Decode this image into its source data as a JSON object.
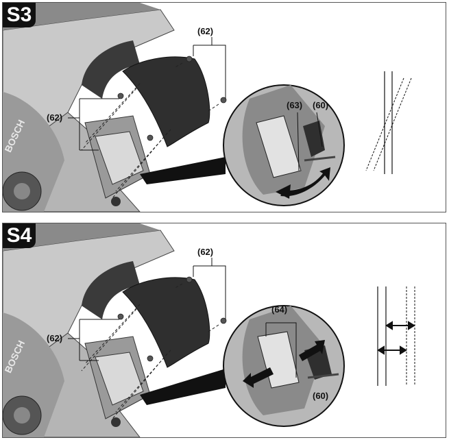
{
  "steps": [
    {
      "badge": "S3",
      "callouts": {
        "screws_top": "(62)",
        "screws_left": "(62)",
        "part_63": "(63)",
        "part_60": "(60)"
      }
    },
    {
      "badge": "S4",
      "callouts": {
        "screws_top": "(62)",
        "screws_left": "(62)",
        "part_64": "(64)",
        "part_60": "(60)"
      }
    }
  ],
  "colors": {
    "frame": "#555555",
    "ink": "#111111",
    "saw_dark": "#3a3a3a",
    "saw_mid": "#8a8a8a",
    "saw_light": "#c9c9c9"
  }
}
